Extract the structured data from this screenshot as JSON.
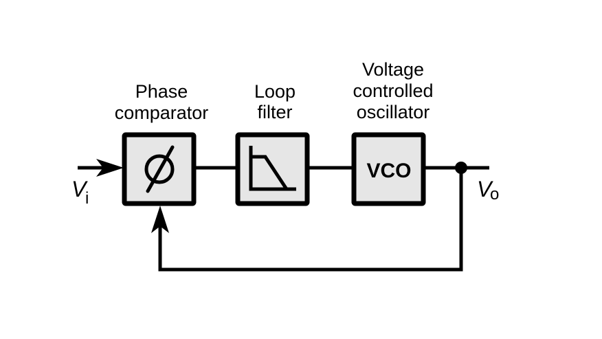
{
  "blocks": [
    {
      "label_lines": [
        "Phase",
        "comparator"
      ],
      "symbol": "∅"
    },
    {
      "label_lines": [
        "Loop",
        "filter"
      ],
      "symbol": "low-pass-filter-icon"
    },
    {
      "label_lines": [
        "Voltage",
        "controlled",
        "oscillator"
      ],
      "symbol": "VCO"
    }
  ],
  "input": {
    "main": "V",
    "sub": "i"
  },
  "output": {
    "main": "V",
    "sub": "o"
  },
  "colors": {
    "block_fill": "#e6e6e6",
    "stroke": "#000000"
  }
}
